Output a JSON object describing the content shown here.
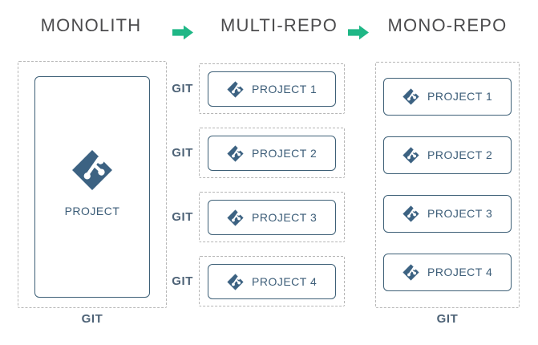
{
  "headers": {
    "monolith": "MONOLITH",
    "multirepo": "MULTI-REPO",
    "monorepo": "MONO-REPO"
  },
  "icons": {
    "arrow": "arrow-right-icon",
    "git": "git-logo-icon"
  },
  "colors": {
    "arrow_green": "#1fb786",
    "git_blue": "#3c6282",
    "box_border": "#3e6077",
    "dashed_border": "#b6b6b6",
    "title_gray": "#4b4b4d",
    "label_slate": "#4e6377"
  },
  "monolith": {
    "git_label": "GIT",
    "project_label": "PROJECT"
  },
  "multirepo": {
    "repos": [
      {
        "git_label": "GIT",
        "project_label": "PROJECT 1"
      },
      {
        "git_label": "GIT",
        "project_label": "PROJECT 2"
      },
      {
        "git_label": "GIT",
        "project_label": "PROJECT 3"
      },
      {
        "git_label": "GIT",
        "project_label": "PROJECT 4"
      }
    ]
  },
  "monorepo": {
    "git_label": "GIT",
    "projects": [
      {
        "project_label": "PROJECT 1"
      },
      {
        "project_label": "PROJECT 2"
      },
      {
        "project_label": "PROJECT 3"
      },
      {
        "project_label": "PROJECT 4"
      }
    ]
  }
}
